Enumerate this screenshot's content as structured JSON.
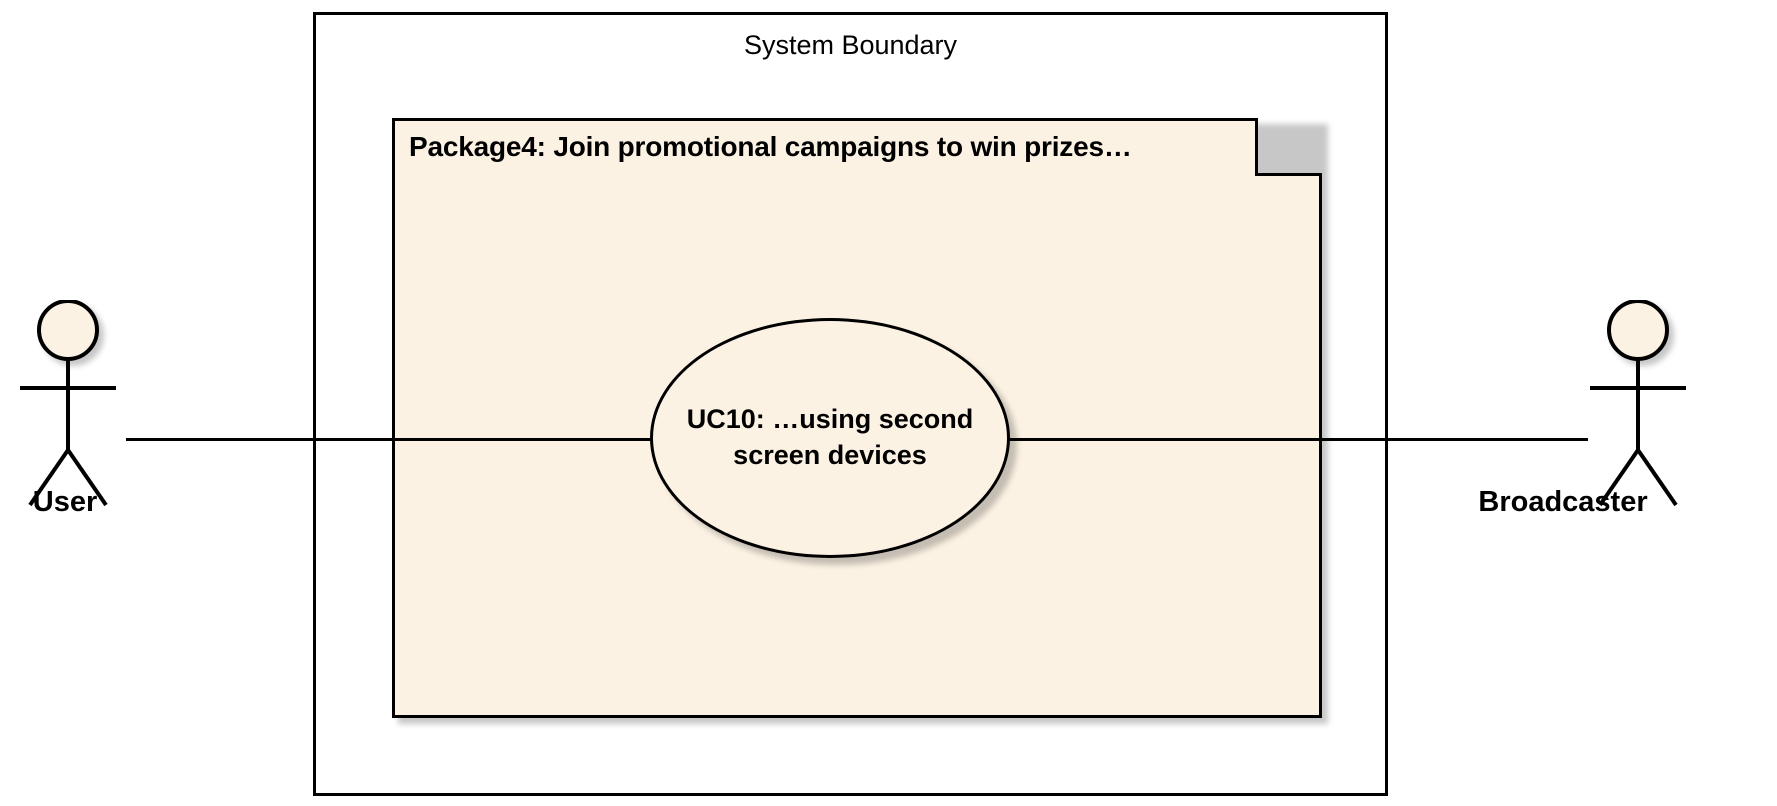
{
  "diagram": {
    "type": "uml-use-case-diagram",
    "title": "System Boundary",
    "colors": {
      "fill": "#FBF2E3",
      "stroke": "#000000",
      "background": "#FFFFFF",
      "shadow": "rgba(0,0,0,0.22)"
    }
  },
  "system_boundary": {
    "label": "System Boundary"
  },
  "package": {
    "id": "Package4",
    "label": "Package4: Join promotional campaigns to win prizes…"
  },
  "use_cases": [
    {
      "id": "UC10",
      "line1": "UC10: …using second",
      "line2": "screen devices",
      "full_label": "UC10: …using second screen devices"
    }
  ],
  "actors": [
    {
      "id": "user",
      "label": "User",
      "position": "left"
    },
    {
      "id": "broadcaster",
      "label": "Broadcaster",
      "position": "right"
    }
  ],
  "associations": [
    {
      "from": "User",
      "to": "UC10"
    },
    {
      "from": "UC10",
      "to": "Broadcaster"
    }
  ]
}
